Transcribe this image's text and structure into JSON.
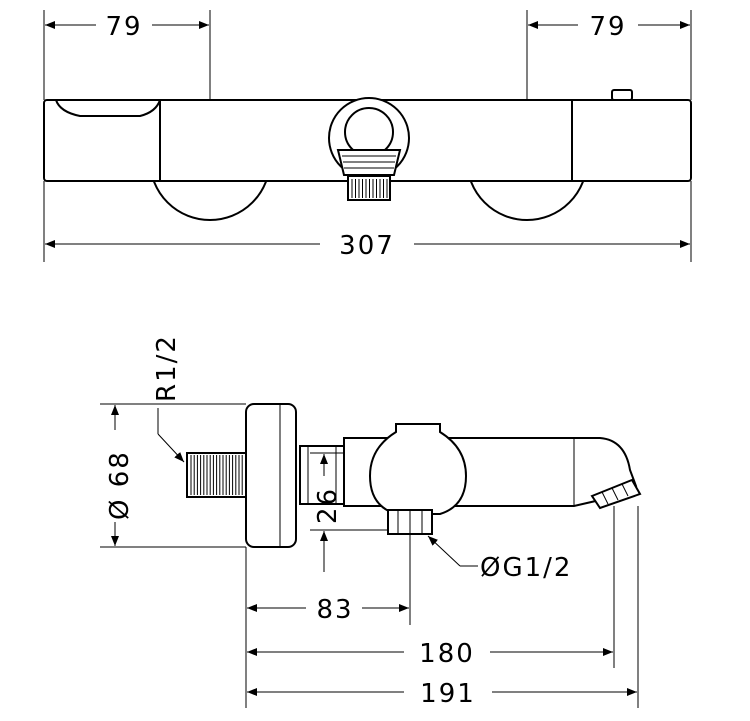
{
  "top_view": {
    "dim_left_width": "79",
    "dim_right_width": "79",
    "dim_total_length": "307"
  },
  "side_view": {
    "thread_inlet_label": "R1/2",
    "diameter_label": "Ø 68",
    "dim_height": "26",
    "thread_outlet_label": "ØG1/2",
    "dim_83": "83",
    "dim_180": "180",
    "dim_191": "191"
  }
}
